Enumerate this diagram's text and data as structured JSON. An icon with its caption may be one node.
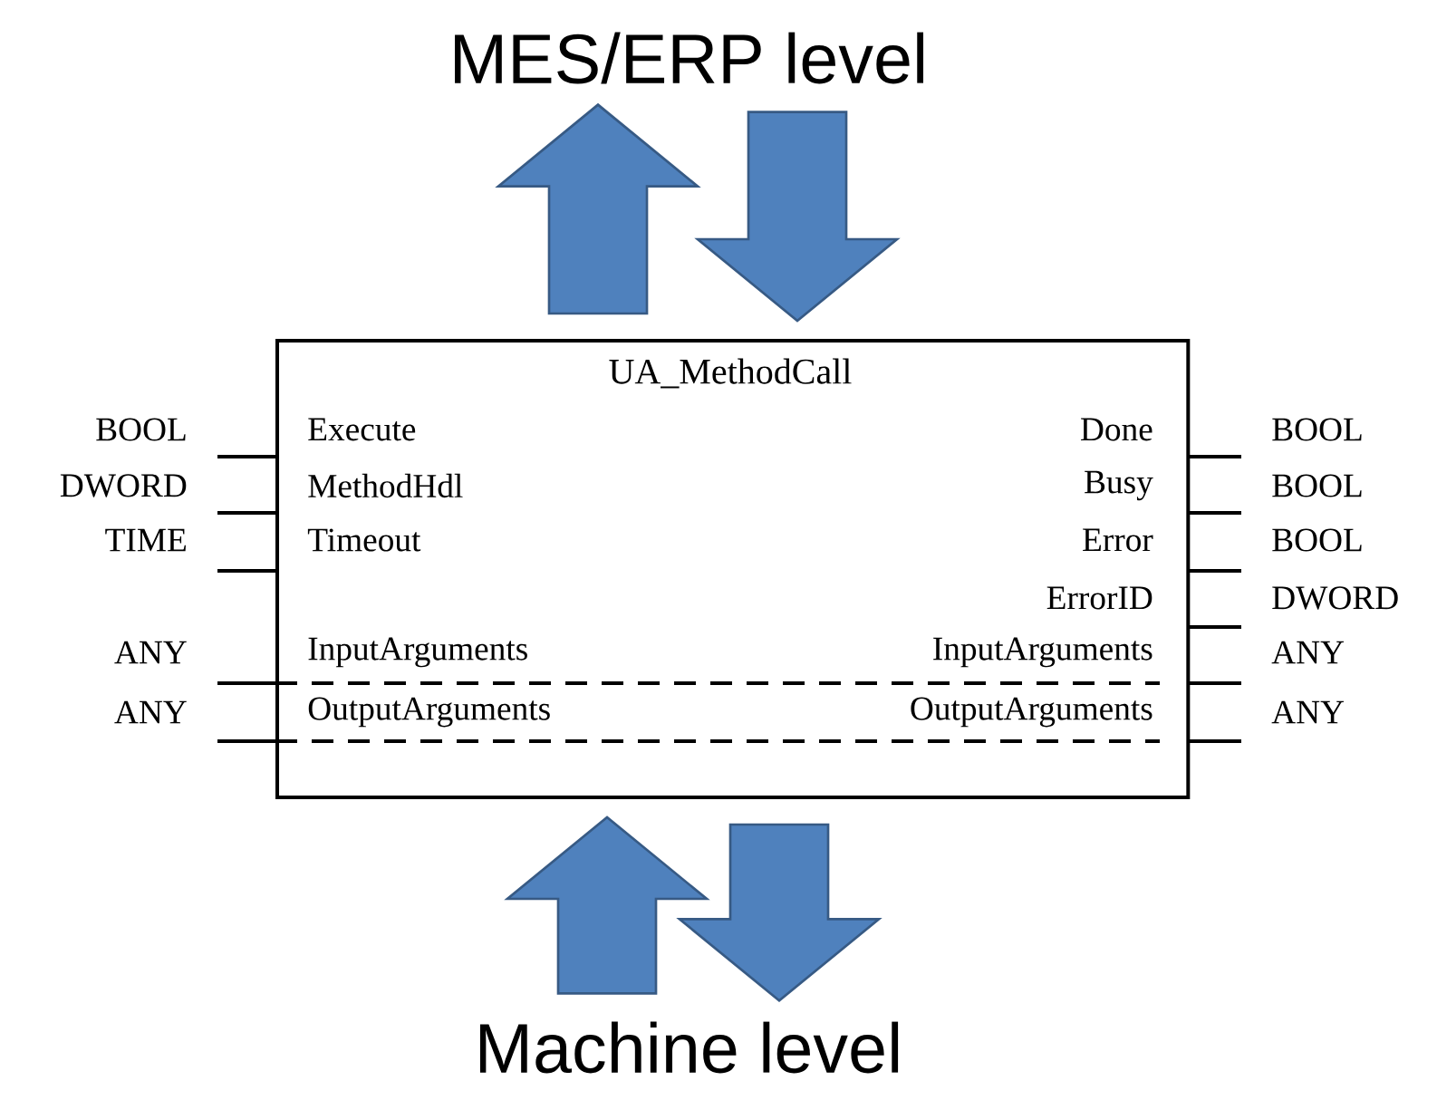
{
  "diagram": {
    "nodes": [
      {
        "text": [
          "UA_MethodCall"
        ]
      },
      {
        "text": [
          "MES/ERP level"
        ]
      },
      {
        "text": [
          "Machine level"
        ]
      }
    ],
    "edges": [
      {
        "from": 0,
        "to": 1,
        "arrow": "to"
      },
      {
        "from": 1,
        "to": 0,
        "arrow": "to"
      },
      {
        "from": 0,
        "to": 2,
        "arrow": "to"
      },
      {
        "from": 2,
        "to": 0,
        "arrow": "to"
      }
    ],
    "labels": [
      "BOOL",
      "Execute",
      "Done",
      "BOOL",
      "DWORD",
      "MethodHdl",
      "Busy",
      "BOOL",
      "TIME",
      "Timeout",
      "Error",
      "BOOL",
      "ErrorID",
      "DWORD",
      "ANY",
      "InputArguments",
      "InputArguments",
      "ANY",
      "ANY",
      "OutputArguments",
      "OutputArguments",
      "ANY"
    ]
  }
}
